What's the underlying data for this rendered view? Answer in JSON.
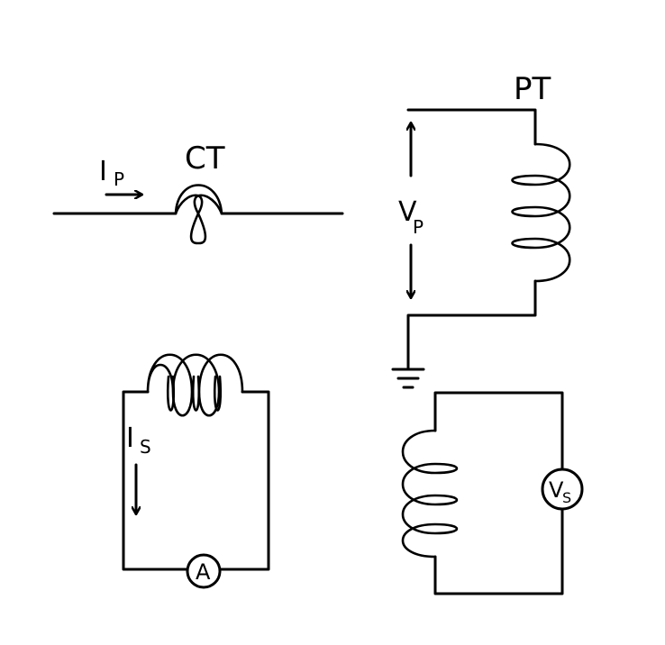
{
  "ct": {
    "label": "CT",
    "current_symbol": "I",
    "current_subscript": "P"
  },
  "pt": {
    "label": "PT",
    "voltage_symbol": "V",
    "voltage_subscript": "P"
  },
  "secondary_ct": {
    "current_symbol": "I",
    "current_subscript": "S",
    "meter_label": "A"
  },
  "secondary_pt": {
    "meter_symbol": "V",
    "meter_subscript": "S"
  },
  "colors": {
    "line": "#000000",
    "background": "#ffffff"
  }
}
